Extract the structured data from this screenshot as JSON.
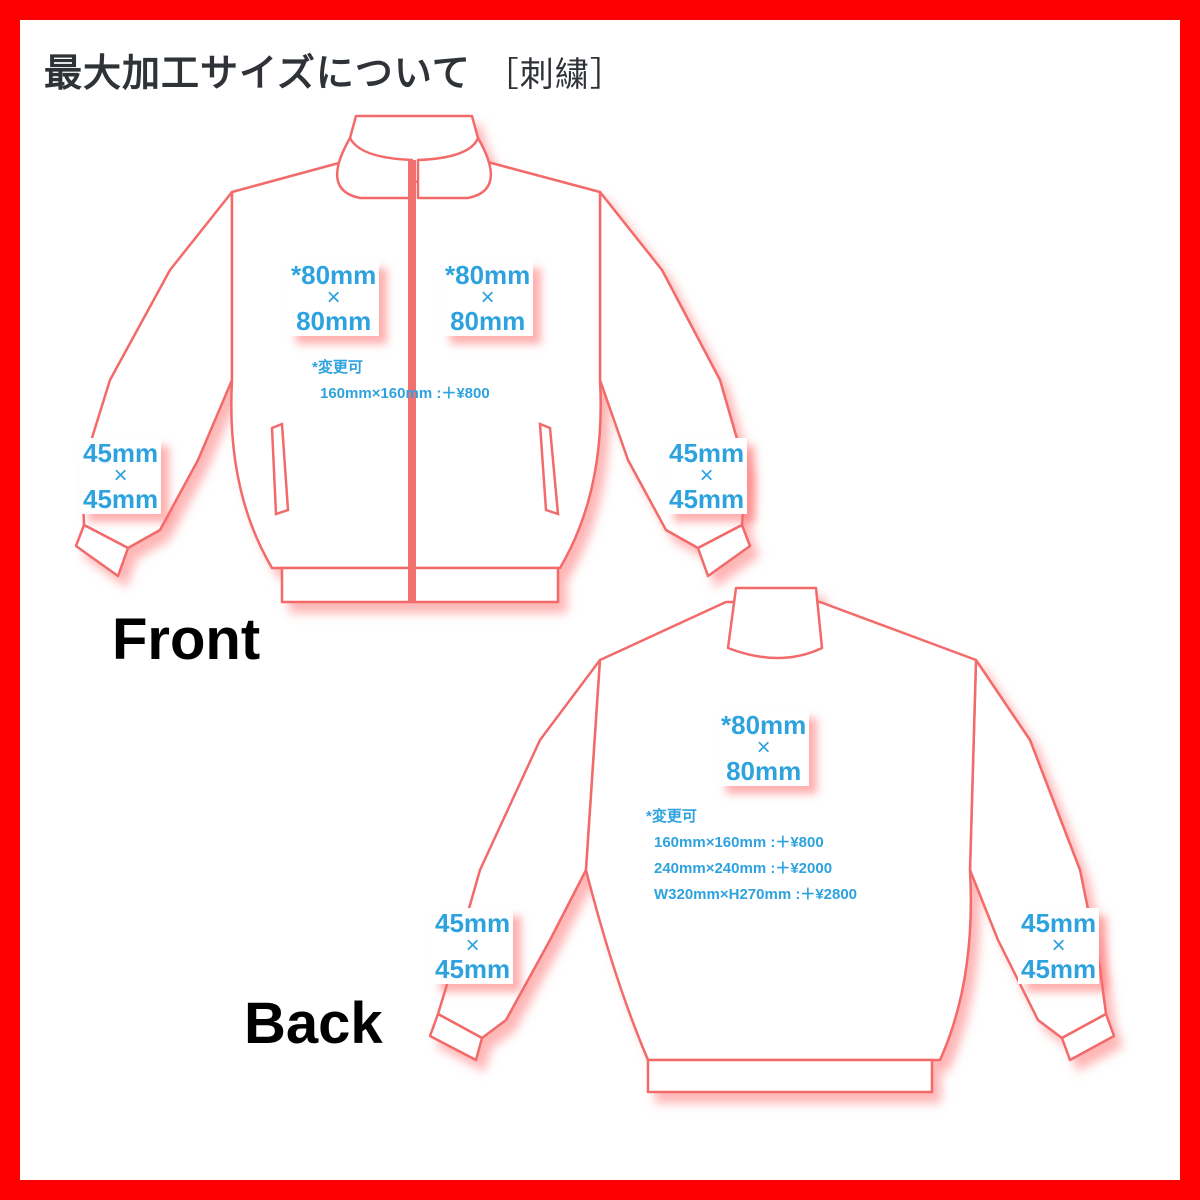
{
  "title": {
    "main": "最大加工サイズについて",
    "sub": "［刺繍］"
  },
  "colors": {
    "border": "#ff0000",
    "outline": "#f26a6a",
    "label_text": "#2ea2de",
    "title_text": "#2f3337"
  },
  "front": {
    "view_label": "Front",
    "chest_left": {
      "line1": "*80mm",
      "times": "×",
      "line2": "80mm"
    },
    "chest_right": {
      "line1": "*80mm",
      "times": "×",
      "line2": "80mm"
    },
    "note": {
      "heading": "*変更可",
      "options": [
        "160mm×160mm :＋¥800"
      ]
    },
    "sleeve_left": {
      "line1": "45mm",
      "times": "×",
      "line2": "45mm"
    },
    "sleeve_right": {
      "line1": "45mm",
      "times": "×",
      "line2": "45mm"
    }
  },
  "back": {
    "view_label": "Back",
    "center": {
      "line1": "*80mm",
      "times": "×",
      "line2": "80mm"
    },
    "note": {
      "heading": "*変更可",
      "options": [
        "160mm×160mm :＋¥800",
        "240mm×240mm :＋¥2000",
        "W320mm×H270mm :＋¥2800"
      ]
    },
    "sleeve_left": {
      "line1": "45mm",
      "times": "×",
      "line2": "45mm"
    },
    "sleeve_right": {
      "line1": "45mm",
      "times": "×",
      "line2": "45mm"
    }
  }
}
